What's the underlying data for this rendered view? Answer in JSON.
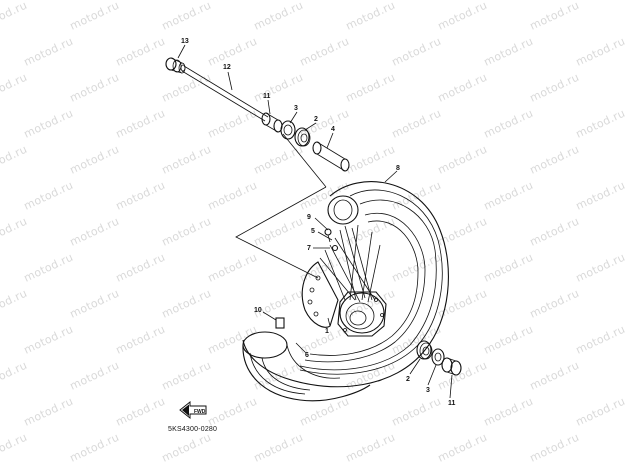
{
  "watermark": "motod.ru",
  "figure_code": "5KS4300-0280",
  "front_arrow_label": "FWD",
  "labels": {
    "p13": "13",
    "p12": "12",
    "p11a": "11",
    "p3a": "3",
    "p2a": "2",
    "p4": "4",
    "p8": "8",
    "p9": "9",
    "p5": "5",
    "p7": "7",
    "p1": "1",
    "p10": "10",
    "p6": "6",
    "p2b": "2",
    "p3b": "3",
    "p11b": "11"
  }
}
